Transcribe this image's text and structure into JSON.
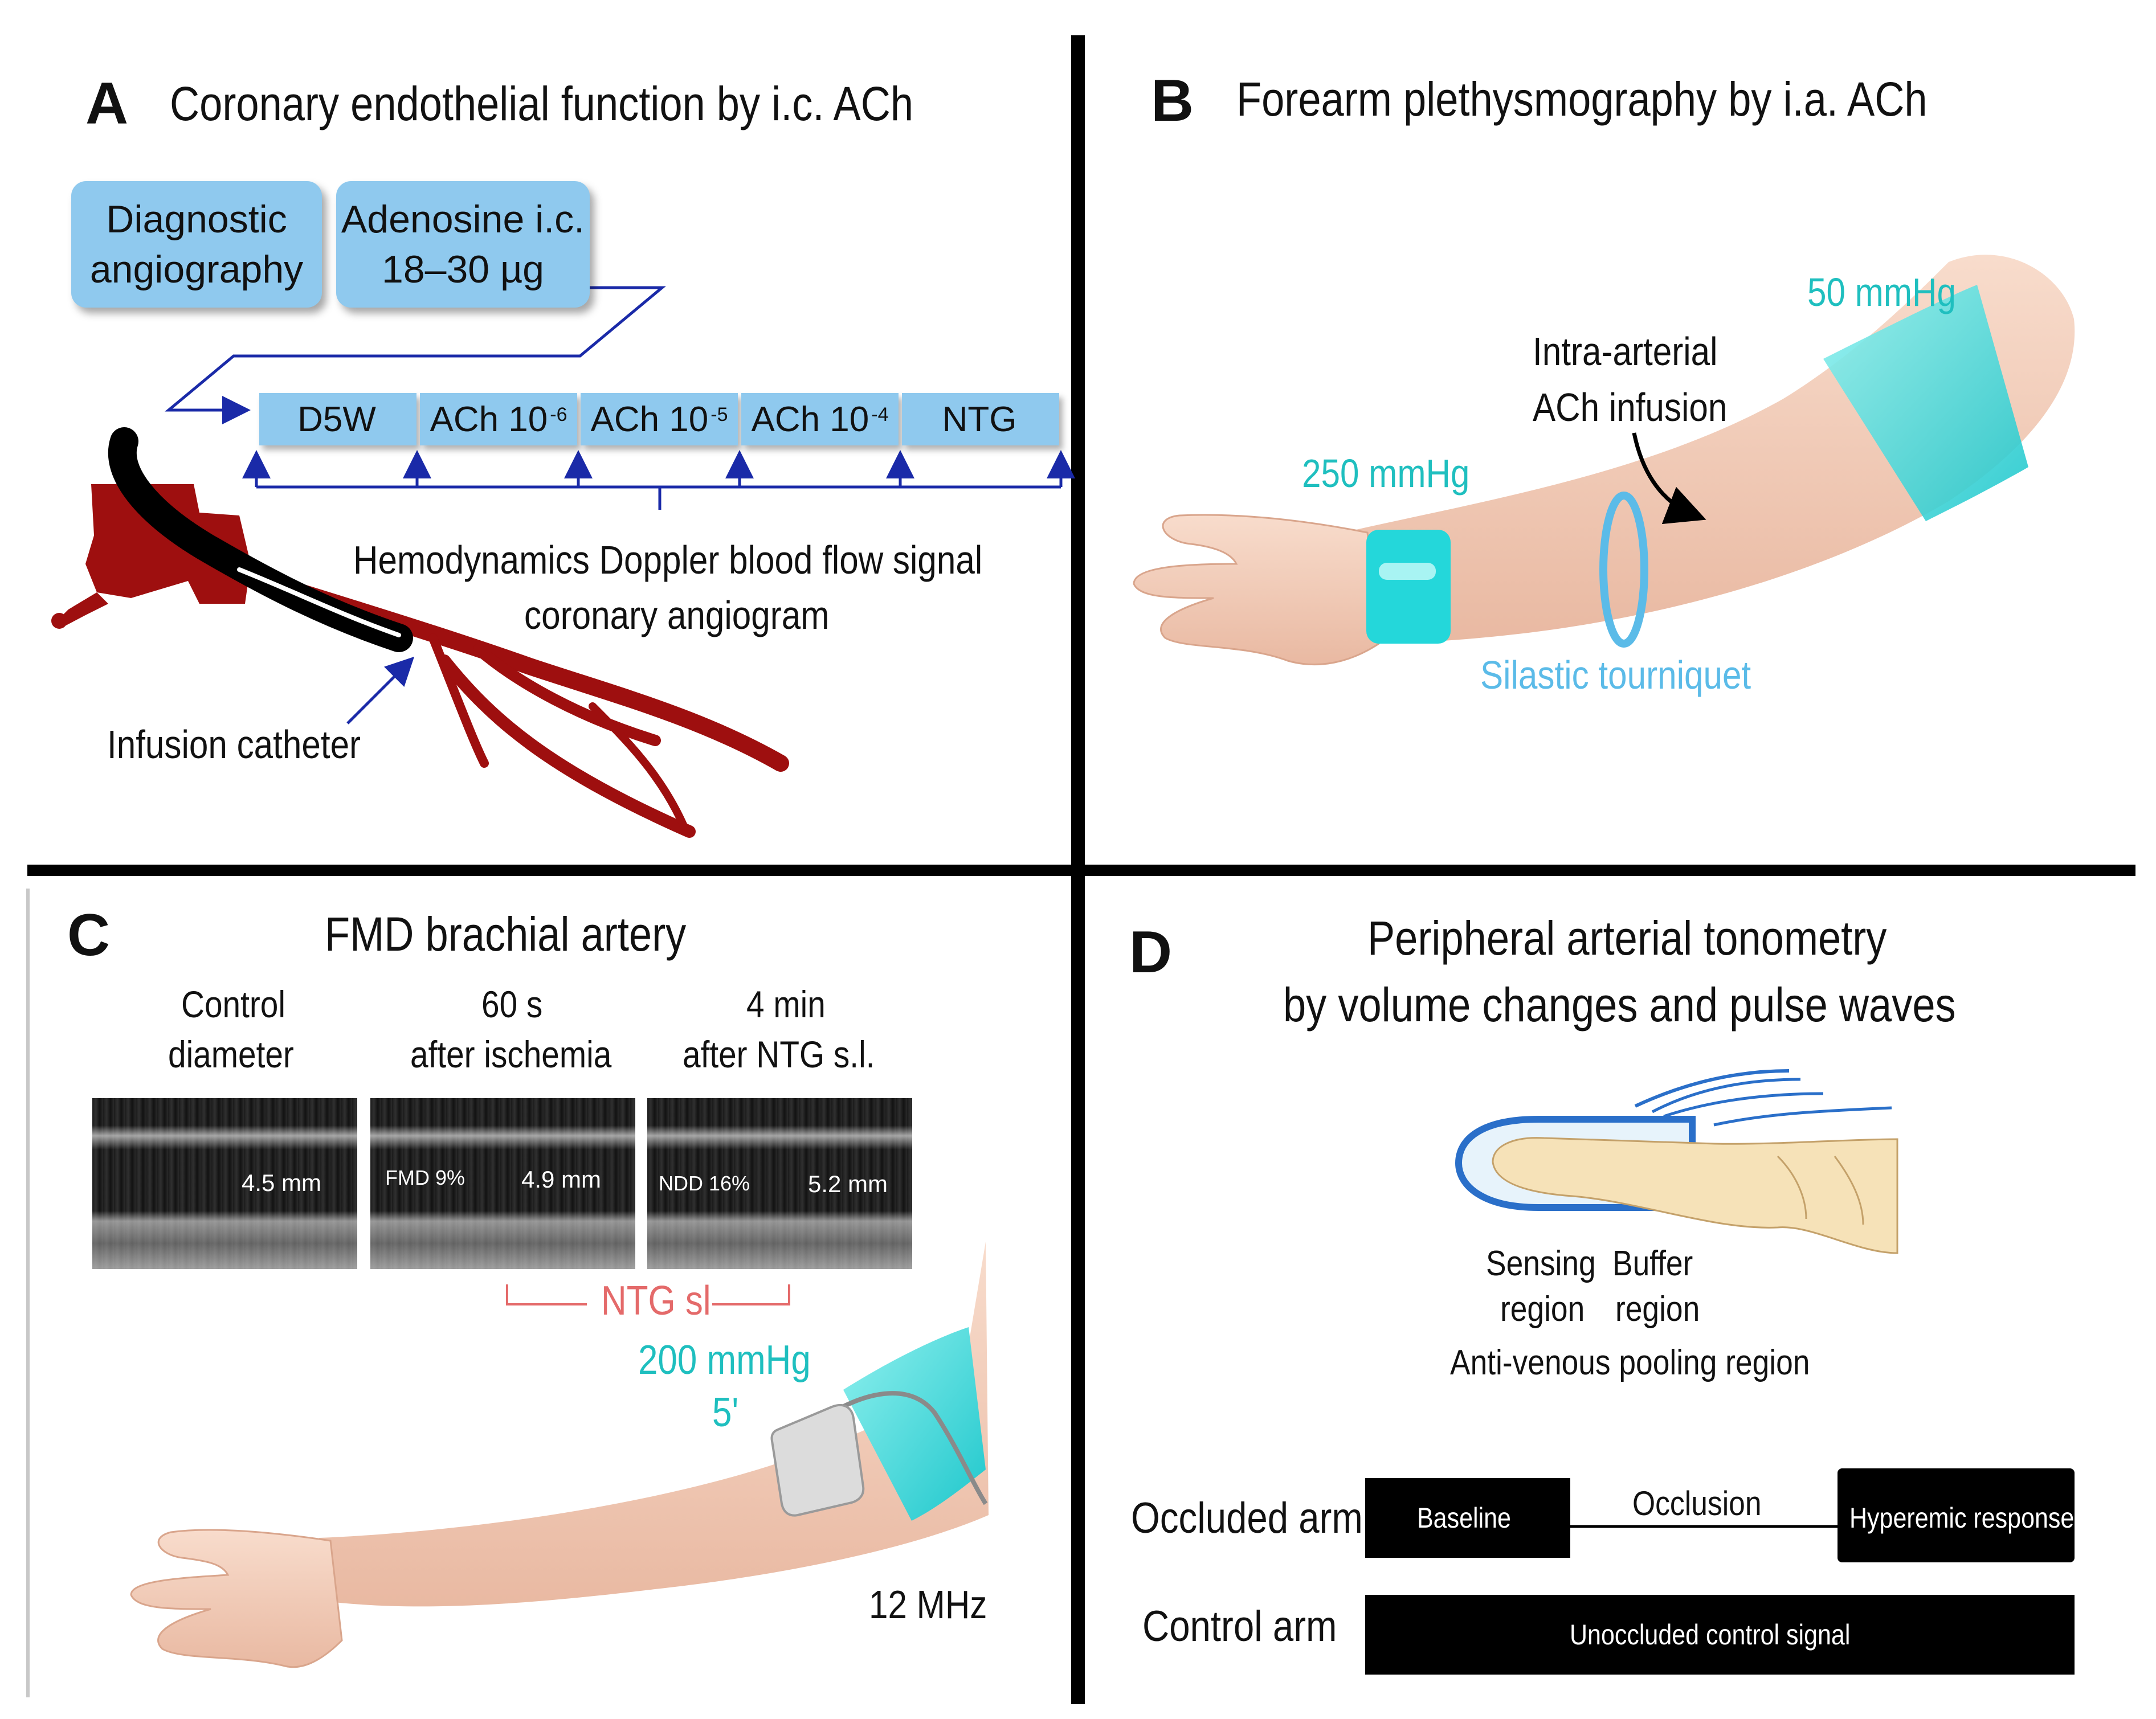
{
  "colors": {
    "box_blue": "#8fc9ee",
    "arrow_navy": "#1a2aa8",
    "artery_red": "#9e0f0f",
    "cuff_cyan": "#2ad4d8",
    "teal_text": "#1fbfbf",
    "tourniquet_blue": "#5bbbe8",
    "ntg_red": "#e46a6a",
    "skin": "#f4cdb9"
  },
  "panel_a": {
    "letter": "A",
    "title": "Coronary endothelial function by i.c. ACh",
    "box1": [
      "Diagnostic",
      "angiography"
    ],
    "box2": [
      "Adenosine i.c.",
      "18–30 µg"
    ],
    "segments": [
      {
        "base": "D5W",
        "exp": ""
      },
      {
        "base": "ACh 10",
        "exp": "-6"
      },
      {
        "base": "ACh 10",
        "exp": "-5"
      },
      {
        "base": "ACh 10",
        "exp": "-4"
      },
      {
        "base": "NTG",
        "exp": ""
      }
    ],
    "measure_line1": "Hemodynamics Doppler blood flow signal",
    "measure_line2": "coronary angiogram",
    "catheter_label": "Infusion catheter"
  },
  "panel_b": {
    "letter": "B",
    "title": "Forearm plethysmography by i.a. ACh",
    "upper_cuff": "50 mmHg",
    "wrist_cuff": "250 mmHg",
    "infusion_line1": "Intra-arterial",
    "infusion_line2": "ACh infusion",
    "tourniquet": "Silastic tourniquet"
  },
  "panel_c": {
    "letter": "C",
    "title": "FMD brachial artery",
    "col1": [
      "Control",
      "diameter"
    ],
    "col2": [
      "60 s",
      "after ischemia"
    ],
    "col3": [
      "4 min",
      "after NTG s.l."
    ],
    "img1_value": "4.5 mm",
    "img2_tag": "FMD 9%",
    "img2_value": "4.9 mm",
    "img3_tag": "NDD 16%",
    "img3_value": "5.2 mm",
    "ntg": "NTG sl",
    "cuff_pressure": "200 mmHg",
    "cuff_time": "5'",
    "probe_freq": "12 MHz"
  },
  "panel_d": {
    "letter": "D",
    "title_line1": "Peripheral arterial tonometry",
    "title_line2": "by volume changes and pulse waves",
    "sensing": [
      "Sensing",
      "region"
    ],
    "buffer": [
      "Buffer",
      "region"
    ],
    "anti_venous": "Anti-venous pooling region",
    "occluded_arm": "Occluded arm",
    "control_arm": "Control arm",
    "baseline": "Baseline",
    "occlusion": "Occlusion",
    "hyperemic": "Hyperemic response",
    "unoccluded": "Unoccluded control signal"
  }
}
